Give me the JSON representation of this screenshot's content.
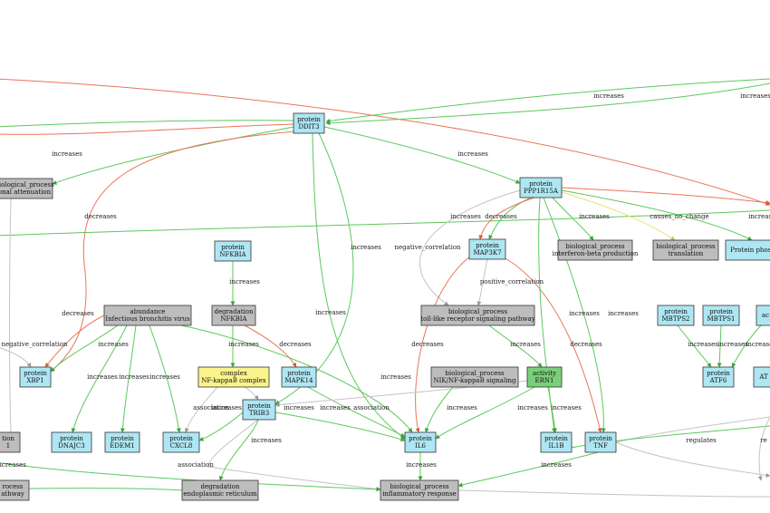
{
  "colors": {
    "protein": "#aee6f3",
    "process": "#bdbdbd",
    "complex": "#fbf38c",
    "activity": "#7ccf7a",
    "increases": "#5cc85c",
    "decreases": "#e8765a",
    "correlation": "#bdbdbd",
    "no_change": "#e9e06a",
    "border": "#333333"
  },
  "nodes": [
    {
      "id": "ddit3",
      "kind": "protein",
      "line1": "protein",
      "line2": "DDIT3"
    },
    {
      "id": "transl_att",
      "kind": "process",
      "line1": "biological_process",
      "line2": "onal attenuation"
    },
    {
      "id": "ppp1r15a",
      "kind": "protein",
      "line1": "protein",
      "line2": "PPP1R15A"
    },
    {
      "id": "map3k7",
      "kind": "protein",
      "line1": "protein",
      "line2": "MAP3K7"
    },
    {
      "id": "ifnb",
      "kind": "process",
      "line1": "biological_process",
      "line2": "interferon-beta production"
    },
    {
      "id": "translation",
      "kind": "process",
      "line1": "biological_process",
      "line2": "translation"
    },
    {
      "id": "prot_phos",
      "kind": "protein",
      "line1": "Protein phosp",
      "line2": ""
    },
    {
      "id": "nfkbia",
      "kind": "protein",
      "line1": "protein",
      "line2": "NFKBIA"
    },
    {
      "id": "ibv",
      "kind": "process",
      "line1": "abundance",
      "line2": "Infectious bronchitis virus"
    },
    {
      "id": "deg_nfkbia",
      "kind": "process",
      "line1": "degradation",
      "line2": "NFKBIA"
    },
    {
      "id": "tlr",
      "kind": "process",
      "line1": "biological_process",
      "line2": "toll-like receptor signaling pathway"
    },
    {
      "id": "mbtps2",
      "kind": "protein",
      "line1": "protein",
      "line2": "MBTPS2"
    },
    {
      "id": "mbtps1",
      "kind": "protein",
      "line1": "protein",
      "line2": "MBTPS1"
    },
    {
      "id": "ac_edge",
      "kind": "protein",
      "line1": "ac",
      "line2": ""
    },
    {
      "id": "xbp1",
      "kind": "protein",
      "line1": "protein",
      "line2": "XBP1"
    },
    {
      "id": "nfkb_complex",
      "kind": "complex",
      "line1": "complex",
      "line2": "NF-kappaB complex"
    },
    {
      "id": "mapk14",
      "kind": "protein",
      "line1": "protein",
      "line2": "MAPK14"
    },
    {
      "id": "nik",
      "kind": "process",
      "line1": "biological_process",
      "line2": "NIK/NF-kappaB signaling"
    },
    {
      "id": "ern1",
      "kind": "activity",
      "line1": "activity",
      "line2": "ERN1"
    },
    {
      "id": "atf6",
      "kind": "protein",
      "line1": "protein",
      "line2": "ATF6"
    },
    {
      "id": "at_edge",
      "kind": "protein",
      "line1": "AT",
      "line2": ""
    },
    {
      "id": "trib3",
      "kind": "protein",
      "line1": "protein",
      "line2": "TRIB3"
    },
    {
      "id": "dnajc3",
      "kind": "protein",
      "line1": "protein",
      "line2": "DNAJC3"
    },
    {
      "id": "edem1",
      "kind": "protein",
      "line1": "protein",
      "line2": "EDEM1"
    },
    {
      "id": "cxcl8",
      "kind": "protein",
      "line1": "protein",
      "line2": "CXCL8"
    },
    {
      "id": "il6",
      "kind": "protein",
      "line1": "protein",
      "line2": "IL6"
    },
    {
      "id": "il1b",
      "kind": "protein",
      "line1": "protein",
      "line2": "IL1B"
    },
    {
      "id": "tnf",
      "kind": "protein",
      "line1": "protein",
      "line2": "TNF"
    },
    {
      "id": "left_p1",
      "kind": "process",
      "line1": "tion",
      "line2": "1"
    },
    {
      "id": "left_path",
      "kind": "process",
      "line1": "rocess",
      "line2": "athway"
    },
    {
      "id": "deg_er",
      "kind": "process",
      "line1": "degradation",
      "line2": "endoplasmic reticulum"
    },
    {
      "id": "inflam",
      "kind": "process",
      "line1": "biological_process",
      "line2": "inflammatory response"
    }
  ],
  "edges": [
    {
      "id": "e_top_red",
      "kind": "decreases",
      "label": ""
    },
    {
      "id": "e_top_green_a",
      "kind": "increases",
      "label": "increases"
    },
    {
      "id": "e_top_green_b",
      "kind": "increases",
      "label": "increases"
    },
    {
      "id": "e_ddit3_att",
      "kind": "increases",
      "label": "increases"
    },
    {
      "id": "e_ddit3_ppp",
      "kind": "increases",
      "label": "increases"
    },
    {
      "id": "e_ddit3_xbp1",
      "kind": "decreases",
      "label": "decreases"
    },
    {
      "id": "e_ddit3_il6",
      "kind": "increases",
      "label": "increases"
    },
    {
      "id": "e_ddit3_trib3",
      "kind": "increases",
      "label": "increases"
    },
    {
      "id": "e_ppp_map3k7",
      "kind": "increases",
      "label": "increases"
    },
    {
      "id": "e_ppp_map3k7_dec",
      "kind": "decreases",
      "label": "decreases"
    },
    {
      "id": "e_ppp_ifnb",
      "kind": "increases",
      "label": "increases"
    },
    {
      "id": "e_ppp_transl",
      "kind": "no_change",
      "label": "causes_no_change"
    },
    {
      "id": "e_ppp_phos",
      "kind": "increases",
      "label": "increases"
    },
    {
      "id": "e_ppp_right",
      "kind": "decreases",
      "label": ""
    },
    {
      "id": "e_neg_corr",
      "kind": "correlation",
      "label": "negative_correlation"
    },
    {
      "id": "e_map3k7_tlr",
      "kind": "correlation",
      "label": "positive_correlation"
    },
    {
      "id": "e_map3k7_il6",
      "kind": "decreases",
      "label": "decreases"
    },
    {
      "id": "e_map3k7_tnf",
      "kind": "decreases",
      "label": "decreases"
    },
    {
      "id": "e_ppp_il1b",
      "kind": "increases",
      "label": "increases"
    },
    {
      "id": "e_ppp_tnf",
      "kind": "increases",
      "label": "increases"
    },
    {
      "id": "e_tlr_ern1",
      "kind": "increases",
      "label": "increases"
    },
    {
      "id": "e_nfkbia_deg",
      "kind": "increases",
      "label": "increases"
    },
    {
      "id": "e_deg_complex",
      "kind": "increases",
      "label": "increases"
    },
    {
      "id": "e_deg_mapk14",
      "kind": "decreases",
      "label": "decreases"
    },
    {
      "id": "e_ibv_decreases",
      "kind": "decreases",
      "label": "decreases"
    },
    {
      "id": "e_left_negcorr",
      "kind": "correlation",
      "label": "negative_correlation"
    },
    {
      "id": "e_ibv_xbp1",
      "kind": "increases",
      "label": "increases"
    },
    {
      "id": "e_ibv_dnajc3",
      "kind": "increases",
      "label": "increases"
    },
    {
      "id": "e_ibv_edem1",
      "kind": "increases",
      "label": "increases"
    },
    {
      "id": "e_ibv_cxcl8",
      "kind": "increases",
      "label": "increases"
    },
    {
      "id": "e_ibv_il6",
      "kind": "increases",
      "label": "increases"
    },
    {
      "id": "e_complex_cxcl8",
      "kind": "correlation",
      "label": "association"
    },
    {
      "id": "e_complex_trib3",
      "kind": "correlation",
      "label": "association"
    },
    {
      "id": "e_mapk14_il6",
      "kind": "increases",
      "label": "increases"
    },
    {
      "id": "e_nik_il6",
      "kind": "increases",
      "label": "increases"
    },
    {
      "id": "e_ern1_il6",
      "kind": "increases",
      "label": "increases"
    },
    {
      "id": "e_ern1_il1b",
      "kind": "increases",
      "label": "increases"
    },
    {
      "id": "e_mbtps2_atf6",
      "kind": "increases",
      "label": "increases"
    },
    {
      "id": "e_mbtps1_atf6",
      "kind": "increases",
      "label": "increases"
    },
    {
      "id": "e_ac_atf6",
      "kind": "increases",
      "label": "increases"
    },
    {
      "id": "e_trib3_cxcl8",
      "kind": "increases",
      "label": "increases"
    },
    {
      "id": "e_trib3_il6",
      "kind": "increases",
      "label": "increases"
    },
    {
      "id": "e_il6_inflam",
      "kind": "increases",
      "label": "increases"
    },
    {
      "id": "e_tnf_inflam",
      "kind": "increases",
      "label": "increases"
    },
    {
      "id": "e_ern1_assoc",
      "kind": "correlation",
      "label": "association"
    },
    {
      "id": "e_assoc_bottom",
      "kind": "correlation",
      "label": "association"
    },
    {
      "id": "e_trib3_inc_b",
      "kind": "increases",
      "label": "increases"
    },
    {
      "id": "e_left_increases",
      "kind": "increases",
      "label": "increases"
    },
    {
      "id": "e_regulates",
      "kind": "correlation",
      "label": "regulates"
    },
    {
      "id": "e_re_edge",
      "kind": "correlation",
      "label": "re"
    }
  ]
}
